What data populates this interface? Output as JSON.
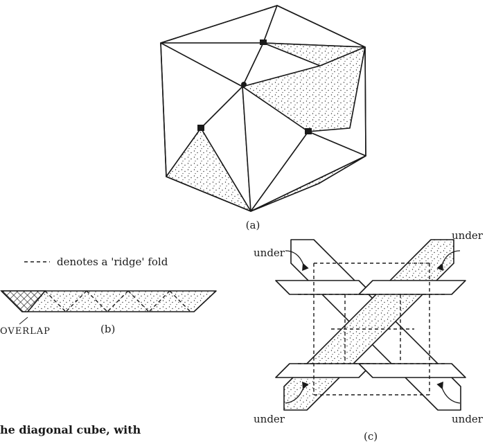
{
  "figure_a": {
    "label": "(a)"
  },
  "figure_b": {
    "legend_text": "denotes a 'ridge' fold",
    "overlap_label": "OVERLAP",
    "label": "(b)"
  },
  "figure_c": {
    "label": "(c)",
    "arrow_labels": [
      "under",
      "under",
      "under",
      "under"
    ]
  },
  "caption_fragment": "he diagonal cube, with"
}
